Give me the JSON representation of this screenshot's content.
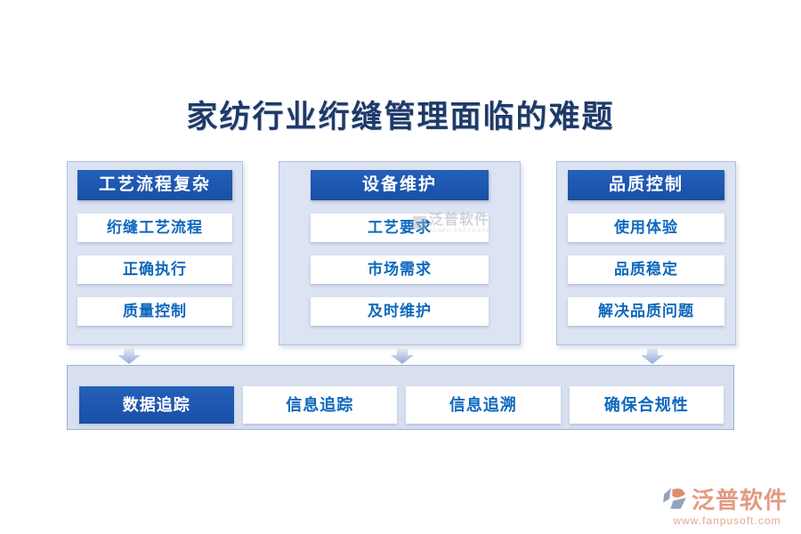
{
  "title": "家纺行业绗缝管理面临的难题",
  "columns": [
    {
      "header": "工艺流程复杂",
      "items": [
        "绗缝工艺流程",
        "正确执行",
        "质量控制"
      ]
    },
    {
      "header": "设备维护",
      "items": [
        "工艺要求",
        "市场需求",
        "及时维护"
      ]
    },
    {
      "header": "品质控制",
      "items": [
        "使用体验",
        "品质稳定",
        "解决品质问题"
      ]
    }
  ],
  "bottom_bar": {
    "items": [
      {
        "label": "数据追踪",
        "active": true
      },
      {
        "label": "信息追踪",
        "active": false
      },
      {
        "label": "信息追溯",
        "active": false
      },
      {
        "label": "确保合规性",
        "active": false
      }
    ]
  },
  "watermark": {
    "text": "泛普软件",
    "subtext": "FANPU SOFTWARE"
  },
  "footer": {
    "brand": "泛普软件",
    "url": "www.fanpusoft.com"
  },
  "colors": {
    "accent_blue": "#1d53ac",
    "item_text_blue": "#0e68bd",
    "title_navy": "#1e3a68",
    "panel_bg": "#dce3f2",
    "panel_border": "#b3c2e0",
    "brand_salmon": "#e49a80"
  }
}
